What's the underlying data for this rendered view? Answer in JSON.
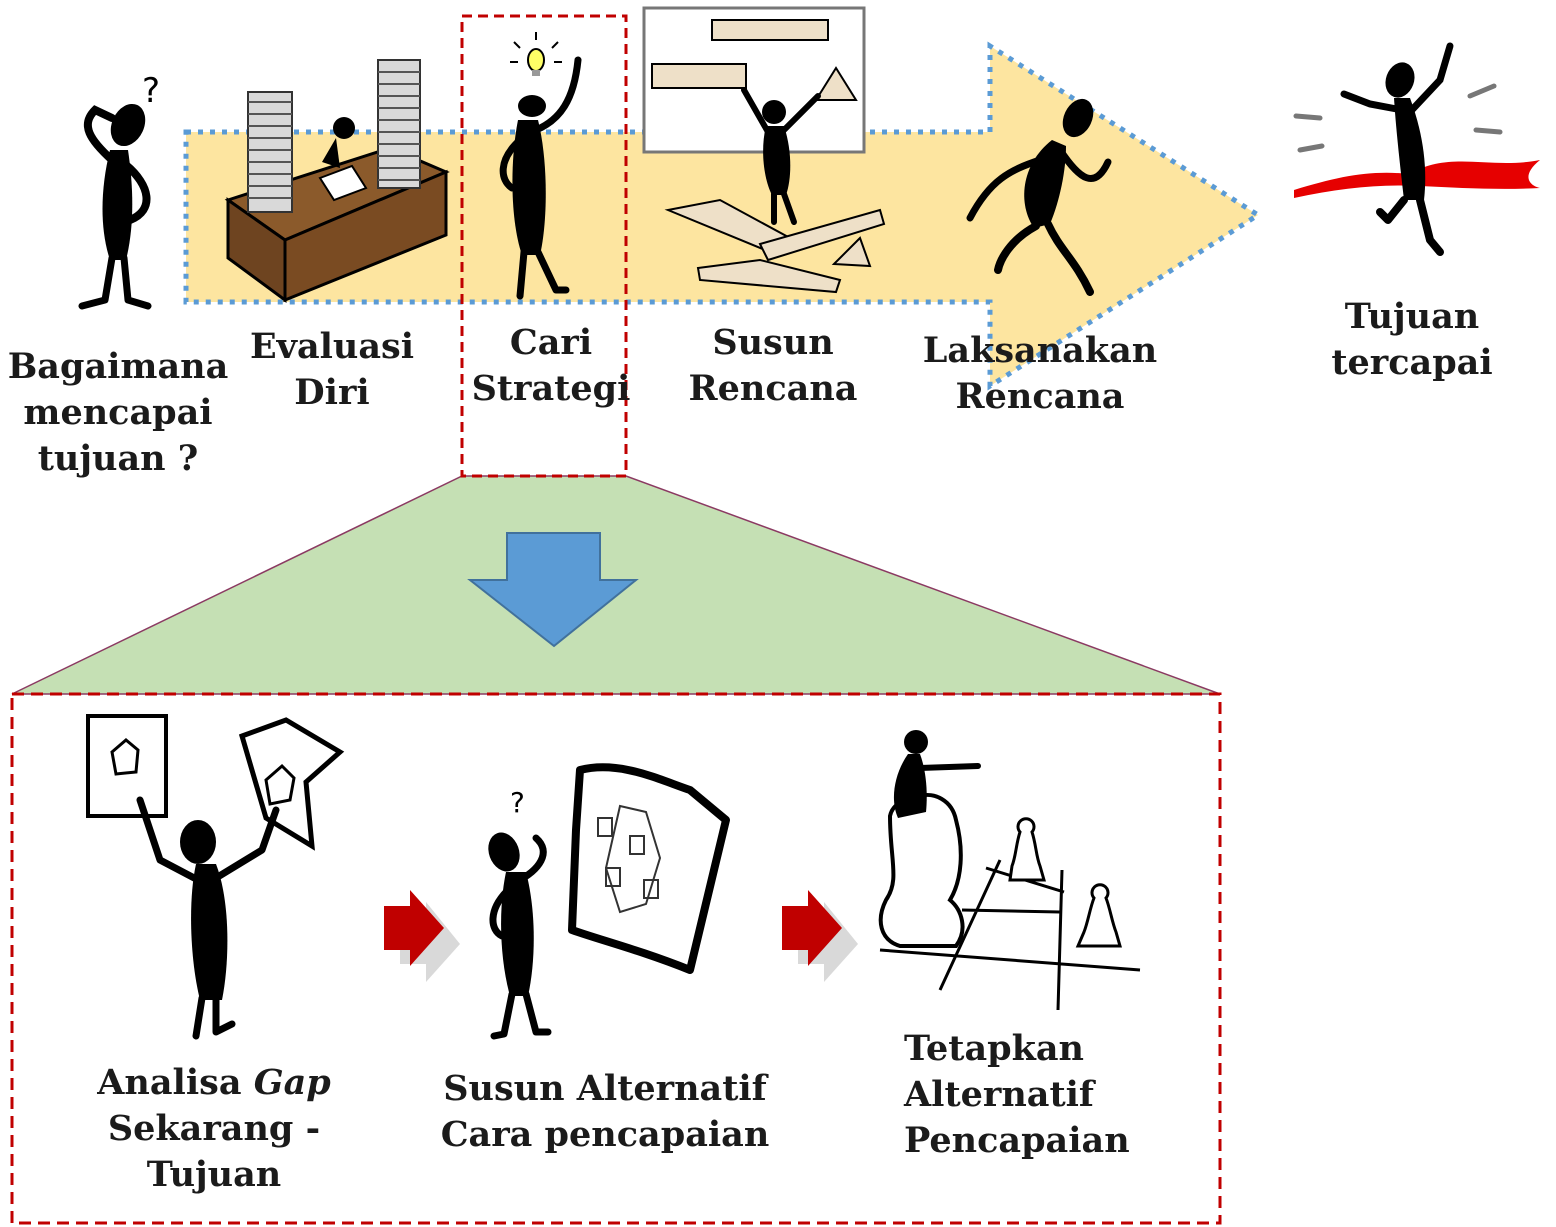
{
  "colors": {
    "process_arrow_fill": "#fde5a0",
    "process_arrow_border": "#5b9bd5",
    "highlight_dashed_border": "#c00000",
    "zoom_trapezoid_fill": "#c5e0b4",
    "zoom_trapezoid_edge": "#8b3a62",
    "down_arrow_fill": "#5b9bd5",
    "small_arrow_fill": "#c00000",
    "finish_ribbon": "#e60000"
  },
  "top_steps": [
    {
      "id": "bagaimana",
      "lines": [
        "Bagaimana",
        "mencapai",
        "tujuan ?"
      ],
      "icon": "thinking-person-icon"
    },
    {
      "id": "evaluasi",
      "lines": [
        "Evaluasi",
        "Diri"
      ],
      "icon": "person-at-desk-with-paper-stacks-icon"
    },
    {
      "id": "cari",
      "lines": [
        "Cari",
        "Strategi"
      ],
      "icon": "person-with-lightbulb-idea-icon"
    },
    {
      "id": "susun",
      "lines": [
        "Susun",
        "Rencana"
      ],
      "icon": "person-at-whiteboard-plan-icon"
    },
    {
      "id": "laksanakan",
      "lines": [
        "Laksanakan",
        "Rencana"
      ],
      "icon": "running-person-icon"
    },
    {
      "id": "tujuan",
      "lines": [
        "Tujuan",
        "tercapai"
      ],
      "icon": "person-crossing-finish-line-icon"
    }
  ],
  "bottom_steps": [
    {
      "id": "analisa",
      "line1_regular": "Analisa ",
      "line1_italic": "Gap",
      "line2": "Sekarang -",
      "line3": "Tujuan",
      "icon": "person-comparing-two-boards-icon"
    },
    {
      "id": "alternatif",
      "lines": [
        "Susun Alternatif",
        "Cara pencapaian"
      ],
      "icon": "person-thinking-at-map-icon"
    },
    {
      "id": "tetapkan",
      "lines": [
        "Tetapkan",
        "Alternatif",
        "Pencapaian"
      ],
      "icon": "person-on-chess-knight-icon"
    }
  ]
}
